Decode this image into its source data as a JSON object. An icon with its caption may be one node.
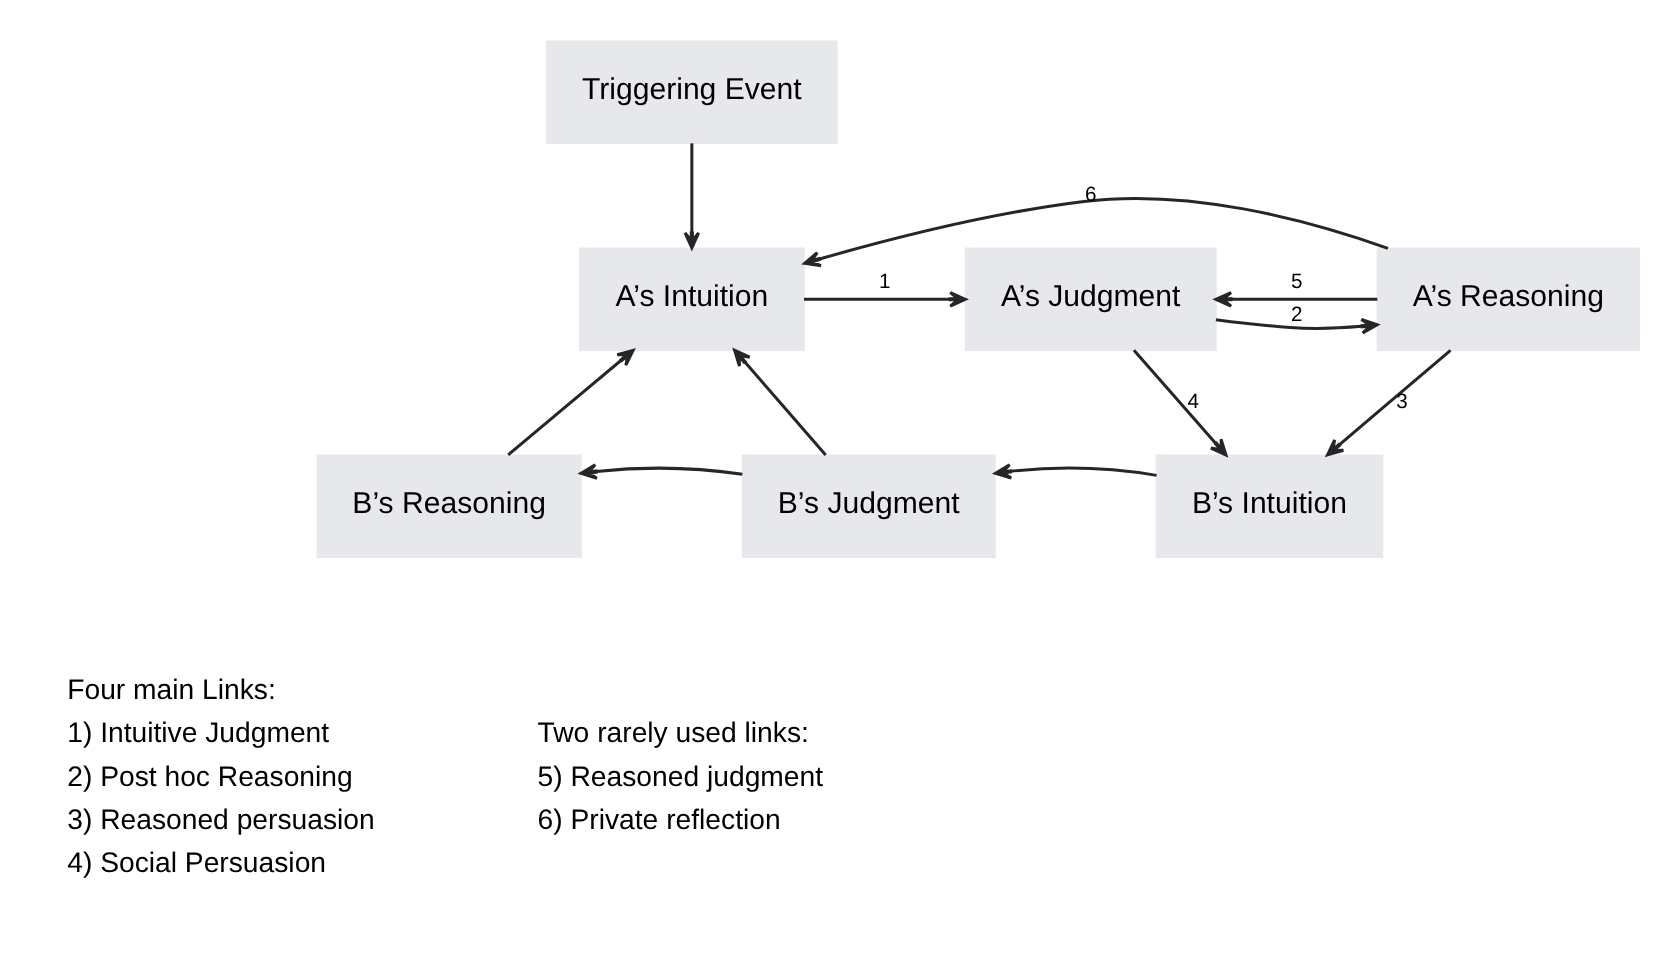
{
  "diagram": {
    "nodes": [
      {
        "text": [
          "Triggering Event"
        ]
      },
      {
        "text": [
          "A’s Intuition"
        ]
      },
      {
        "text": [
          "A’s Judgment"
        ]
      },
      {
        "text": [
          "A’s Reasoning"
        ]
      },
      {
        "text": [
          "B’s Reasoning"
        ]
      },
      {
        "text": [
          "B’s Judgment"
        ]
      },
      {
        "text": [
          "B’s Intuition"
        ]
      }
    ],
    "edges": [
      {
        "from": 0,
        "to": 1,
        "arrow": "to"
      },
      {
        "from": 1,
        "to": 2,
        "arrow": "to",
        "label": "1"
      },
      {
        "from": 3,
        "to": 2,
        "arrow": "to",
        "label": "5"
      },
      {
        "from": 2,
        "to": 3,
        "arrow": "to",
        "label": "2"
      },
      {
        "from": 3,
        "to": 1,
        "arrow": "to",
        "label": "6"
      },
      {
        "from": 3,
        "to": 6,
        "arrow": "to",
        "label": "3"
      },
      {
        "from": 2,
        "to": 6,
        "arrow": "to",
        "label": "4"
      },
      {
        "from": 6,
        "to": 5,
        "arrow": "to"
      },
      {
        "from": 5,
        "to": 4,
        "arrow": "to"
      },
      {
        "from": 5,
        "to": 1,
        "arrow": "to"
      },
      {
        "from": 4,
        "to": 1,
        "arrow": "to"
      }
    ],
    "labels": [
      "Four main Links:",
      "1) Intuitive Judgment",
      "2) Post hoc Reasoning",
      "3) Reasoned persuasion",
      "4) Social Persuasion",
      "Two rarely used links:",
      "5) Reasoned judgment",
      "6) Private reflection"
    ]
  }
}
